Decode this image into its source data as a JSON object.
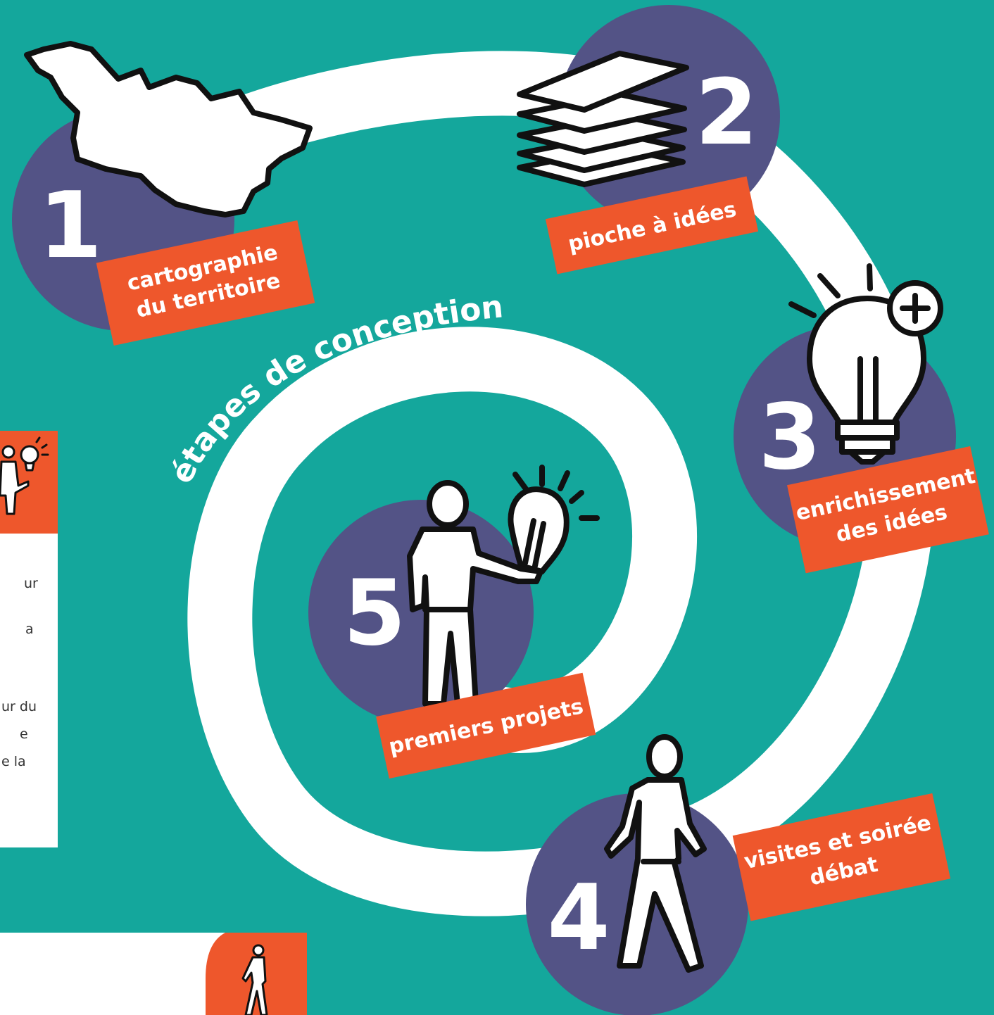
{
  "title": "étapes de conception",
  "colors": {
    "background": "#14a79c",
    "node_circle": "#535386",
    "label_banner": "#ee572c",
    "spiral": "#ffffff",
    "icon_stroke": "#111111"
  },
  "steps": [
    {
      "number": "1",
      "label_line1": "cartographie",
      "label_line2": "du territoire",
      "icon": "territory-map-icon"
    },
    {
      "number": "2",
      "label_line1": "pioche à idées",
      "label_line2": "",
      "icon": "card-stack-icon"
    },
    {
      "number": "3",
      "label_line1": "enrichissement",
      "label_line2": "des idées",
      "icon": "lightbulb-plus-icon"
    },
    {
      "number": "4",
      "label_line1": "visites et soirée",
      "label_line2": "débat",
      "icon": "walking-person-icon"
    },
    {
      "number": "5",
      "label_line1": "premiers projets",
      "label_line2": "",
      "icon": "person-holding-lightbulb-icon"
    }
  ],
  "side_panel": {
    "fragments": [
      "ur",
      "a",
      "ur du",
      "e",
      "e la"
    ],
    "icon": "person-holding-lightbulb-icon"
  },
  "bottom_panel": {
    "icon": "walking-person-icon"
  }
}
